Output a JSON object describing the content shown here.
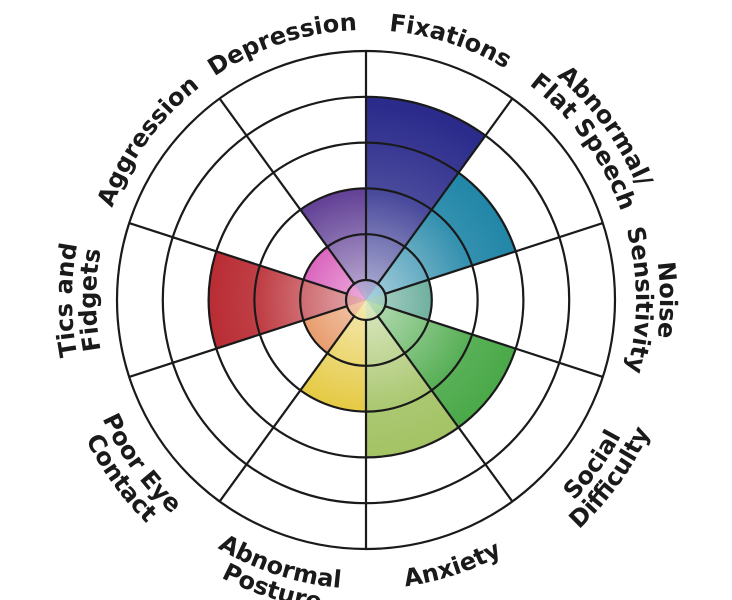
{
  "chart_data": {
    "type": "radial-bar",
    "max_level": 5,
    "categories": [
      {
        "label": [
          "Fixations"
        ],
        "value": 4,
        "color": "#2b2b8c"
      },
      {
        "label": [
          "Abnormal/",
          "Flat Speech"
        ],
        "value": 3,
        "color": "#127ea2"
      },
      {
        "label": [
          "Noise",
          "Sensitivity"
        ],
        "value": 1,
        "color": "#24876c"
      },
      {
        "label": [
          "Social",
          "Difficulty"
        ],
        "value": 3,
        "color": "#3ea33c"
      },
      {
        "label": [
          "Anxiety"
        ],
        "value": 3,
        "color": "#9dbf5a"
      },
      {
        "label": [
          "Abnormal",
          "Posture"
        ],
        "value": 2,
        "color": "#e1c227"
      },
      {
        "label": [
          "Poor Eye",
          "Contact"
        ],
        "value": 1,
        "color": "#dc6a22"
      },
      {
        "label": [
          "Tics and",
          "Fidgets"
        ],
        "value": 3,
        "color": "#b51e26"
      },
      {
        "label": [
          "Aggression"
        ],
        "value": 1,
        "color": "#c8159c"
      },
      {
        "label": [
          "Depression"
        ],
        "value": 2,
        "color": "#4a2386"
      }
    ]
  }
}
